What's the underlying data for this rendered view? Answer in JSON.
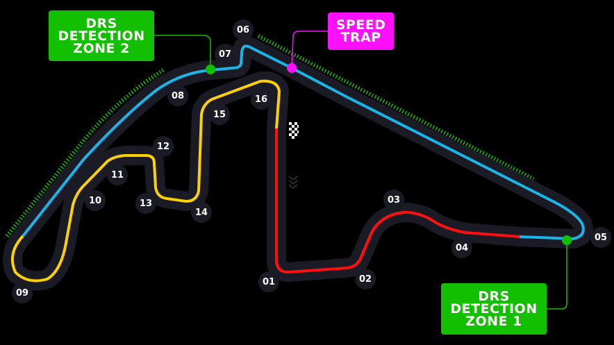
{
  "colors": {
    "sector1": "#ff1010",
    "sector2": "#1ab4e8",
    "sector3": "#ffd000",
    "drs": "#12c000",
    "speed_trap": "#ff10ff",
    "track": "#1a1b24"
  },
  "callouts": {
    "drs_zone_2": [
      "DRS",
      "DETECTION",
      "ZONE 2"
    ],
    "speed_trap": [
      "SPEED",
      "TRAP"
    ],
    "drs_zone_1": [
      "DRS",
      "DETECTION",
      "ZONE 1"
    ]
  },
  "turns": [
    "01",
    "02",
    "03",
    "04",
    "05",
    "06",
    "07",
    "08",
    "09",
    "10",
    "11",
    "12",
    "13",
    "14",
    "15",
    "16"
  ],
  "icons": {
    "finish": "checkered-flag-icon",
    "direction": "chevron-down-icon"
  }
}
